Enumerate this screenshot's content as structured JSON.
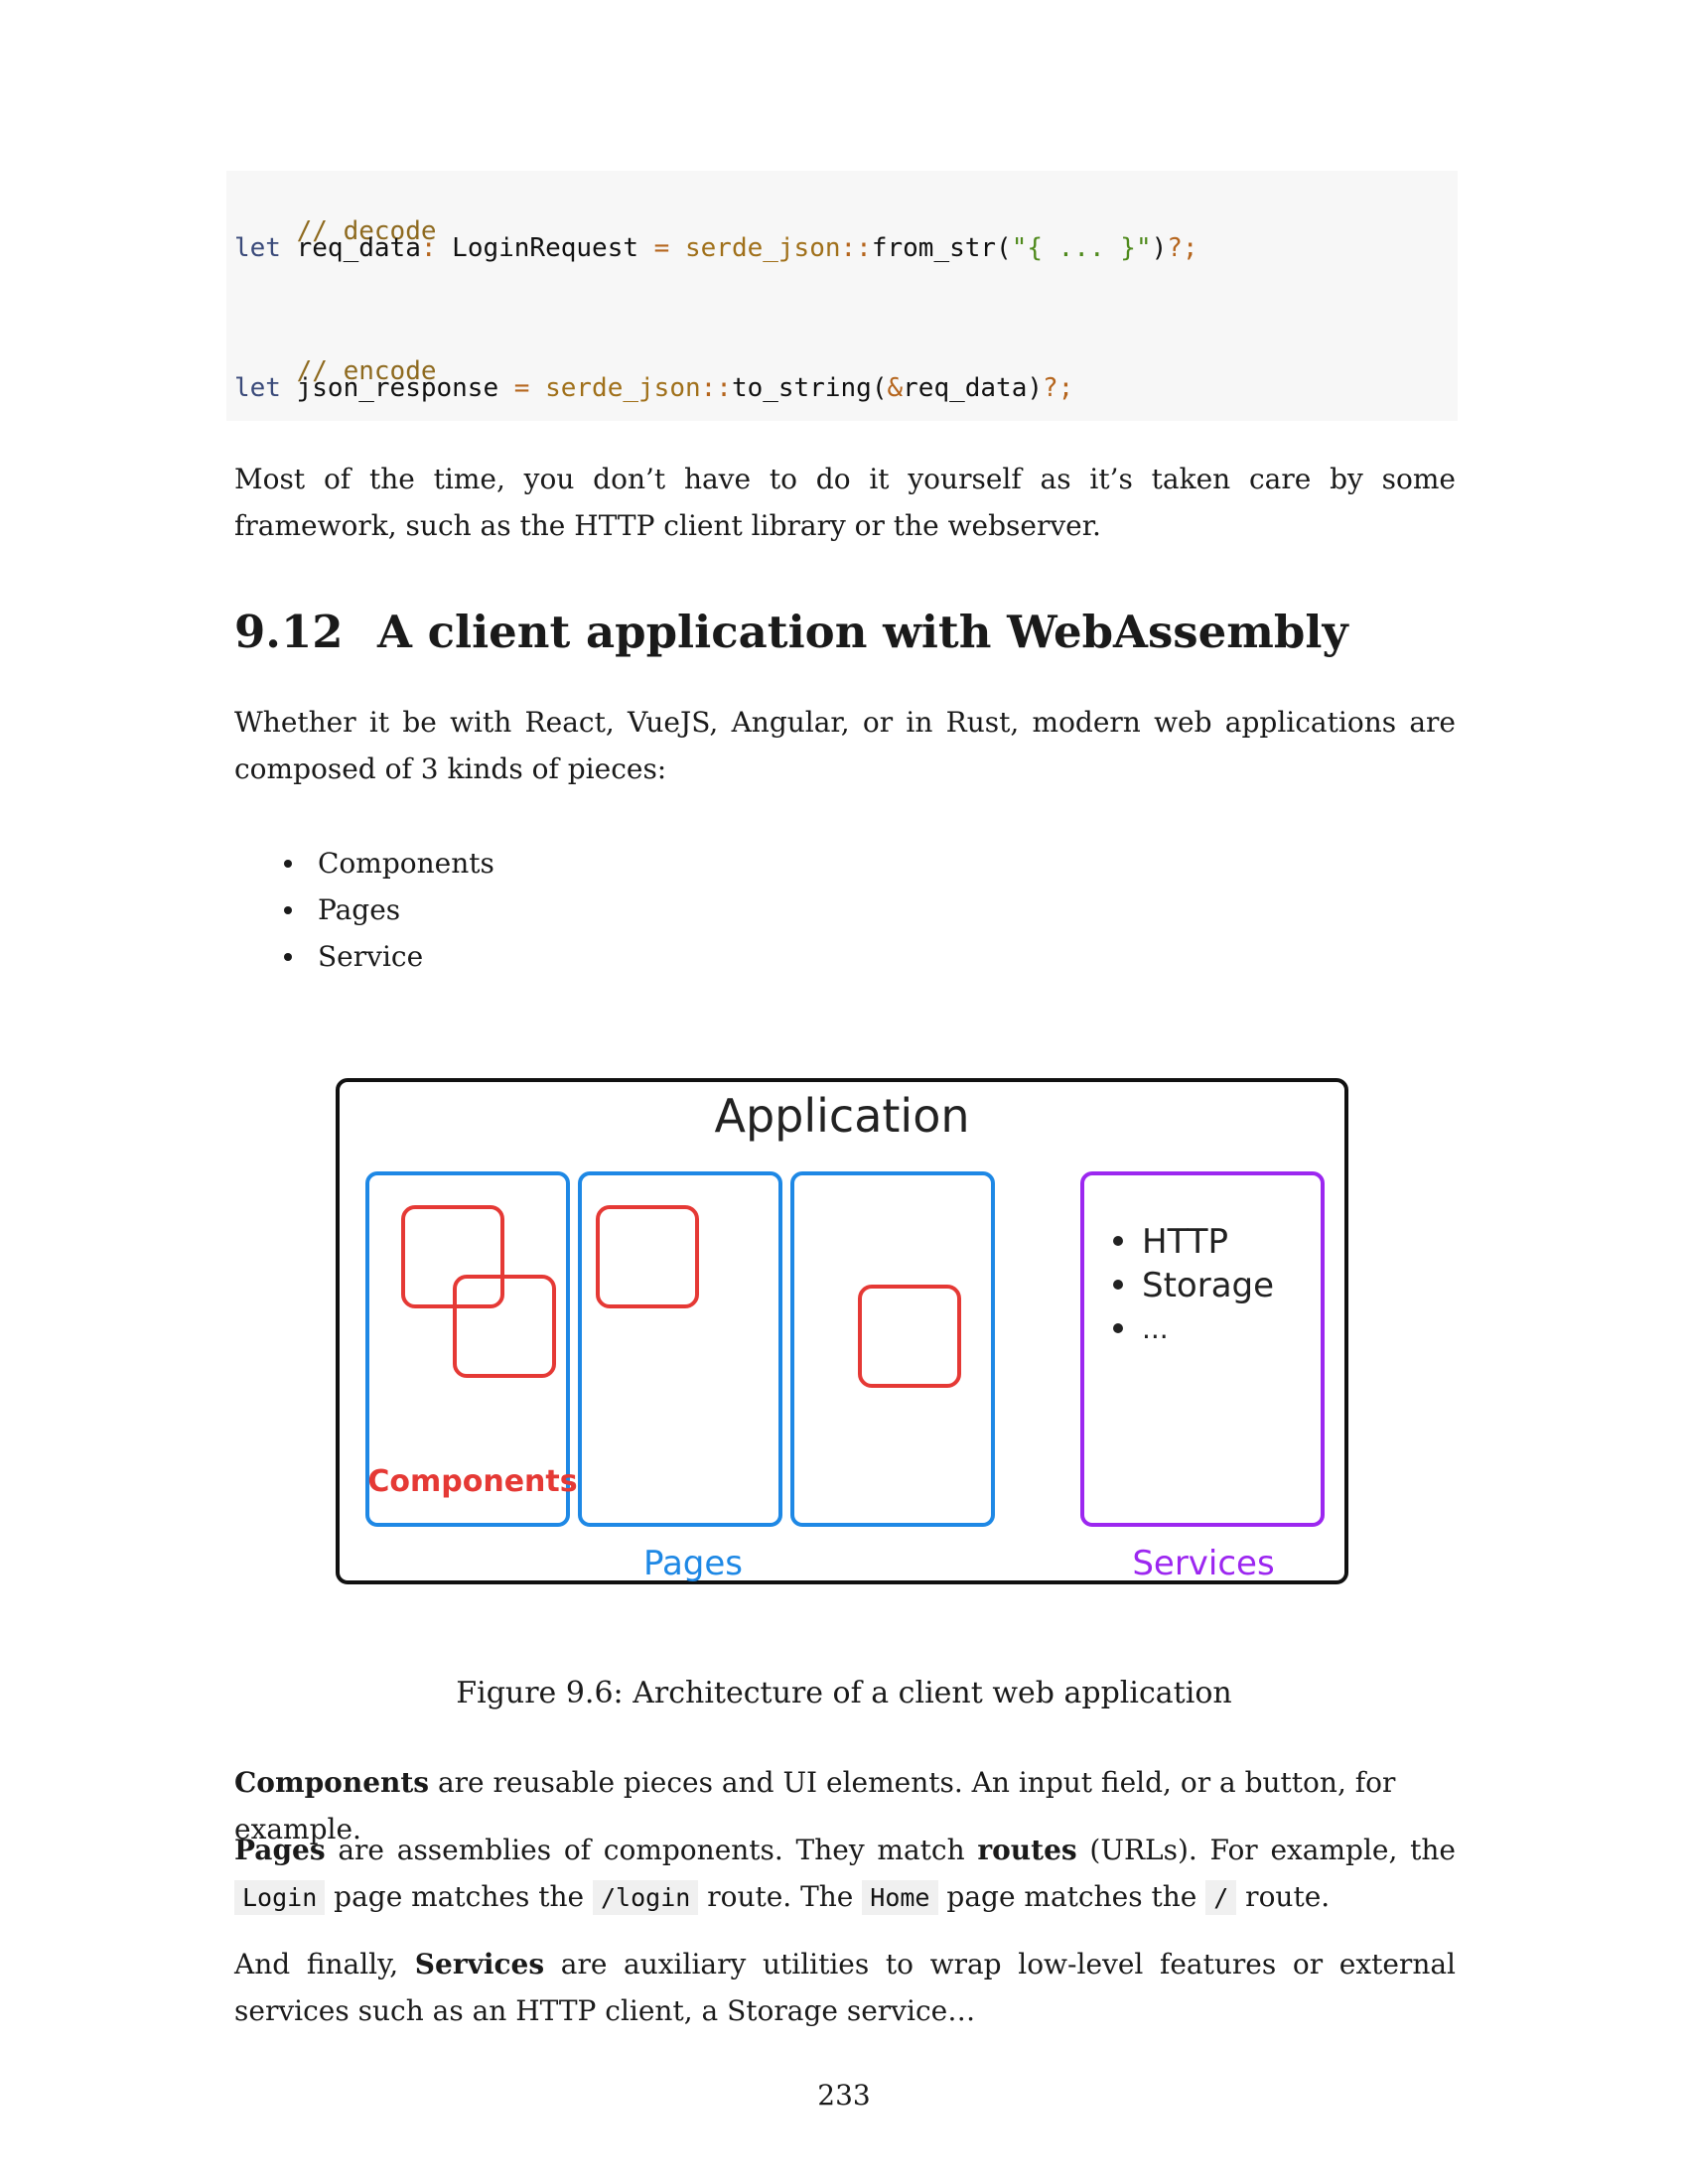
{
  "code": {
    "line1": "// decode",
    "line2": {
      "kw": "let",
      "var": " req_data",
      "colon": ":",
      "type": " LoginRequest ",
      "eq": "=",
      "path": " serde_json",
      "sep": "::",
      "fn": "from_str(",
      "str": "\"{ ... }\"",
      "close": ")",
      "end": "?;"
    },
    "line3": "// encode",
    "line4": {
      "kw": "let",
      "var": " json_response ",
      "eq": "=",
      "path": " serde_json",
      "sep": "::",
      "fn": "to_string(",
      "amp": "&",
      "arg": "req_data)",
      "end": "?;"
    }
  },
  "para1": "Most of the time, you don’t have to do it yourself as it’s taken care by some framework, such as the HTTP client library or the webserver.",
  "section": {
    "number": "9.12",
    "title": "A client application with WebAssembly"
  },
  "para2": "Whether it be with React, VueJS, Angular, or in Rust, modern web applications are composed of 3 kinds of pieces:",
  "bullets": [
    "Components",
    "Pages",
    "Service"
  ],
  "diagram": {
    "title": "Application",
    "components_label": "Components",
    "pages_label": "Pages",
    "services_label": "Services",
    "services_items": [
      "HTTP",
      "Storage",
      "..."
    ],
    "colors": {
      "frame": "#111111",
      "pages": "#1e88e5",
      "components": "#e53935",
      "services": "#9c27f0"
    }
  },
  "caption": "Figure 9.6: Architecture of a client web application",
  "para3": {
    "bold": "Components",
    "rest": " are reusable pieces and UI elements. An input field, or a button, for example."
  },
  "para4": {
    "bold1": "Pages",
    "t1": " are assemblies of components. They match ",
    "bold2": "routes",
    "t2": " (URLs). For example, the ",
    "code1": "Login",
    "t3": " page matches the ",
    "code2": "/login",
    "t4": " route. The ",
    "code3": "Home",
    "t5": " page matches the ",
    "code4": "/",
    "t6": " route."
  },
  "para5": {
    "t1": "And finally, ",
    "bold": "Services",
    "t2": " are auxiliary utilities to wrap low-level features or external services such as an HTTP client, a Storage service…"
  },
  "page_number": "233"
}
